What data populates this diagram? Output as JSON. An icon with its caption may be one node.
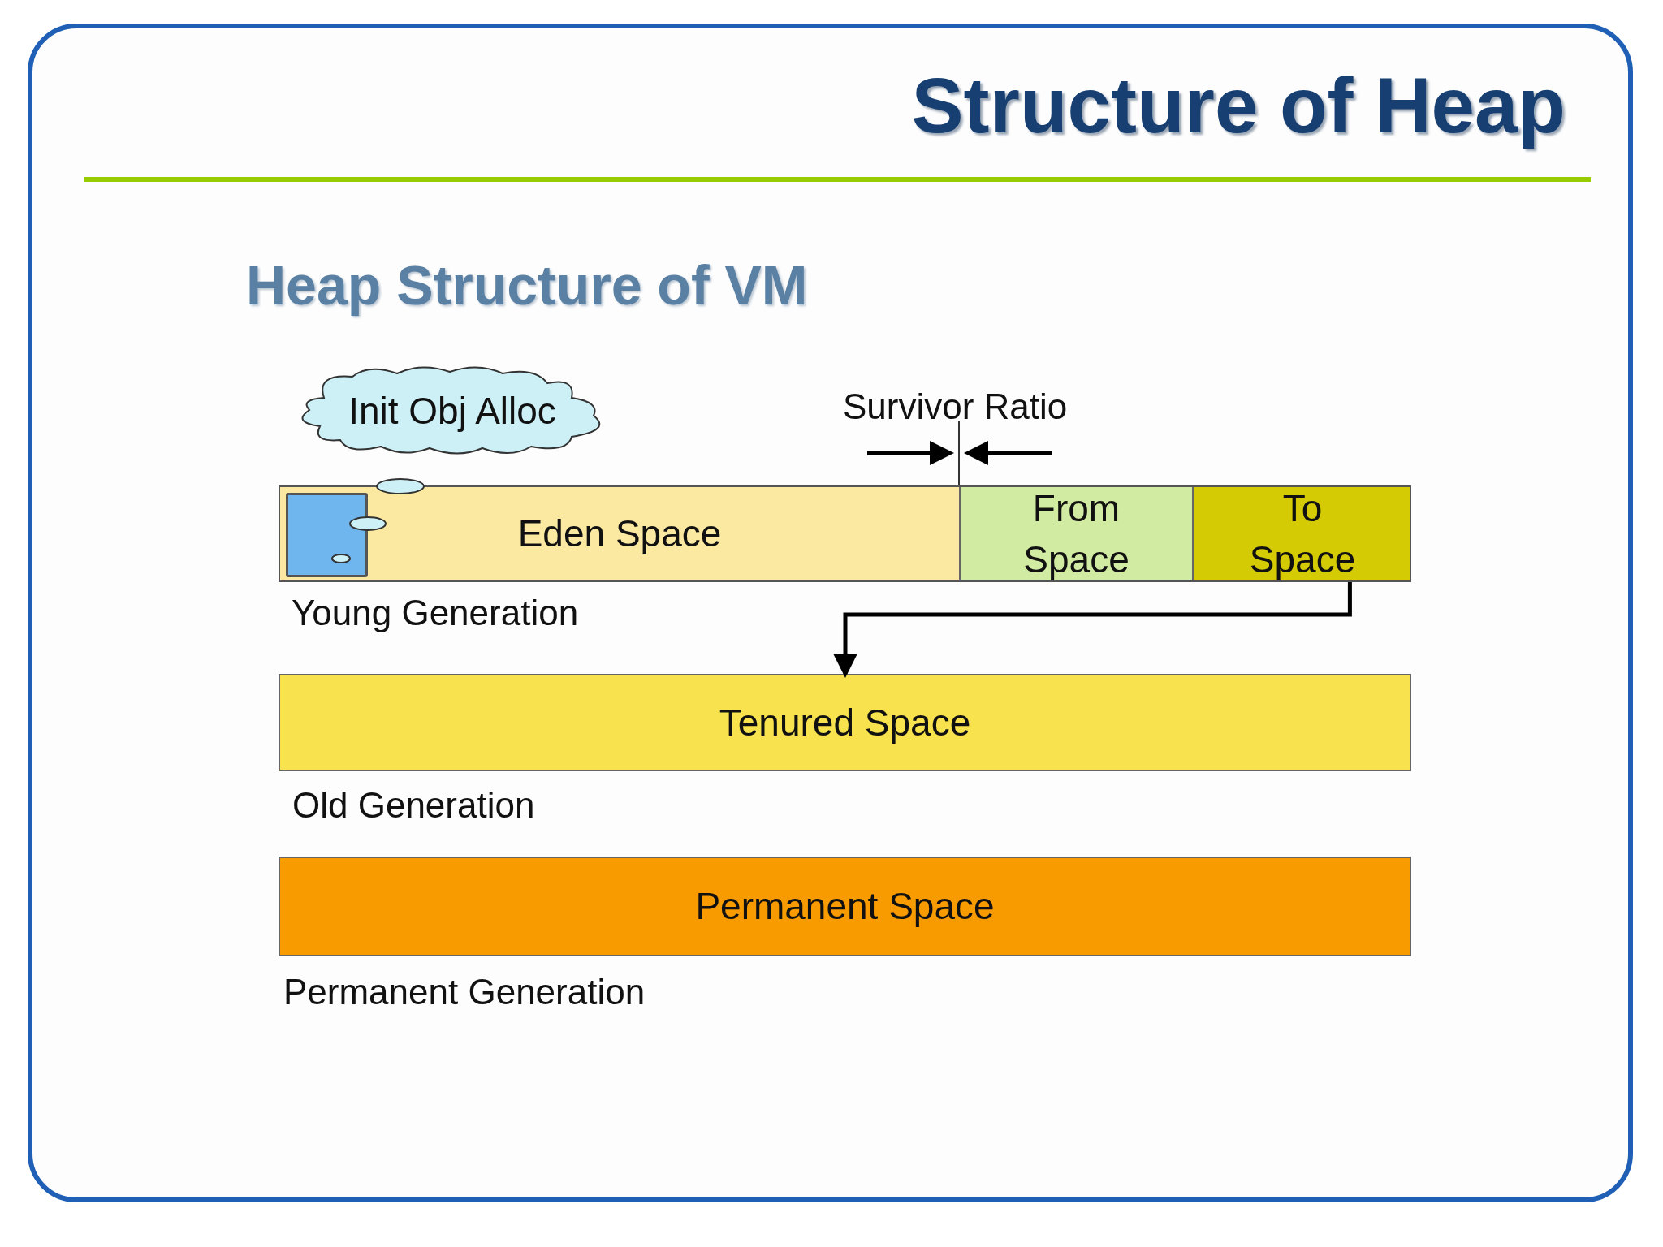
{
  "diagram": {
    "title": "Structure of Heap",
    "nodes": [
      {
        "text": [
          "Init Obj Alloc"
        ]
      },
      {
        "text": [],
        "shape": "bar",
        "beside": [
          "Young Generation"
        ]
      },
      {
        "text": [
          "Eden Space"
        ],
        "in": 1
      },
      {
        "text": [
          "From Space"
        ],
        "in": 1
      },
      {
        "text": [
          "To Space"
        ],
        "in": 1
      },
      {
        "text": [
          "Tenured Space"
        ],
        "beside": [
          "Old Generation"
        ]
      },
      {
        "text": [
          "Permanent Space"
        ],
        "beside": [
          "Permanent Generation"
        ]
      },
      {
        "text": [],
        "shape": "box",
        "in": 2
      }
    ],
    "edges": [
      {
        "from": 4,
        "to": 5,
        "arrow": "to"
      }
    ],
    "labels": [
      "Heap Structure of VM",
      "Survivor Ratio"
    ]
  }
}
